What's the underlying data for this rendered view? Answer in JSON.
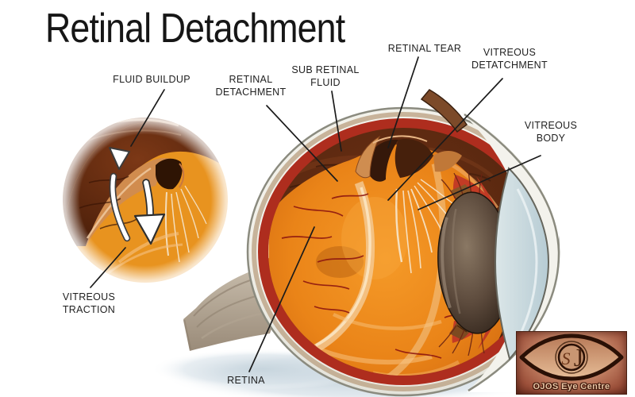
{
  "title": "Retinal Detachment",
  "labels": {
    "fluid_buildup": {
      "lines": [
        "FLUID BUILDUP"
      ]
    },
    "retinal_detachment": {
      "lines": [
        "RETINAL",
        "DETACHMENT"
      ]
    },
    "sub_retinal_fluid": {
      "lines": [
        "SUB RETINAL",
        "FLUID"
      ]
    },
    "retinal_tear": {
      "lines": [
        "RETINAL TEAR"
      ]
    },
    "vitreous_detatchment": {
      "lines": [
        "VITREOUS",
        "DETATCHMENT"
      ]
    },
    "vitreous_body": {
      "lines": [
        "VITREOUS",
        "BODY"
      ]
    },
    "vitreous_traction": {
      "lines": [
        "VITREOUS",
        "TRACTION"
      ]
    },
    "retina": {
      "lines": [
        "RETINA"
      ]
    }
  },
  "logo": {
    "monogram_s": "S",
    "monogram_j": "J",
    "text": "OJOS Eye Centre"
  },
  "colors": {
    "vitreous_orange": "#ef8c1f",
    "choroid_red": "#ae2d1e",
    "subretinal_brown": "#53250f",
    "sclera_white": "#f3f2ec",
    "cornea_blue": "#ccdce2",
    "lens_brown": "#5c4a3c",
    "logo_copper": "#b4735a",
    "label_text": "#1f1f1f"
  }
}
